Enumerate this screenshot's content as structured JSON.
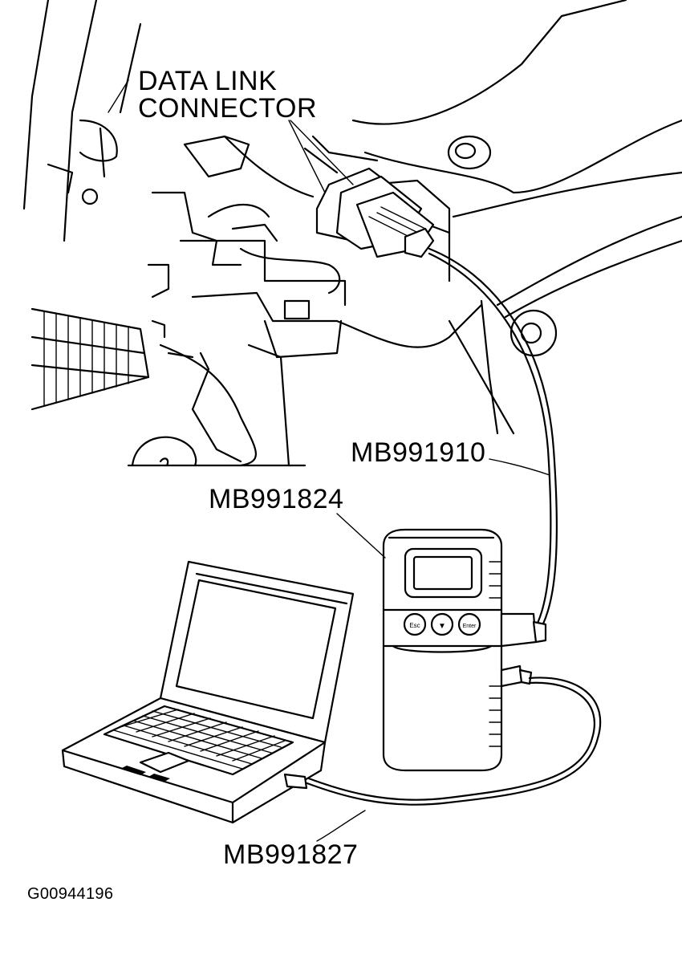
{
  "labels": {
    "data_link_connector_line1": "DATA LINK",
    "data_link_connector_line2": "CONNECTOR",
    "cable_mb991910": "MB991910",
    "vci_mb991824": "MB991824",
    "usb_cable_mb991827": "MB991827",
    "figure_id": "G00944196"
  },
  "device_buttons": [
    "Esc",
    "▼",
    "Enter"
  ]
}
